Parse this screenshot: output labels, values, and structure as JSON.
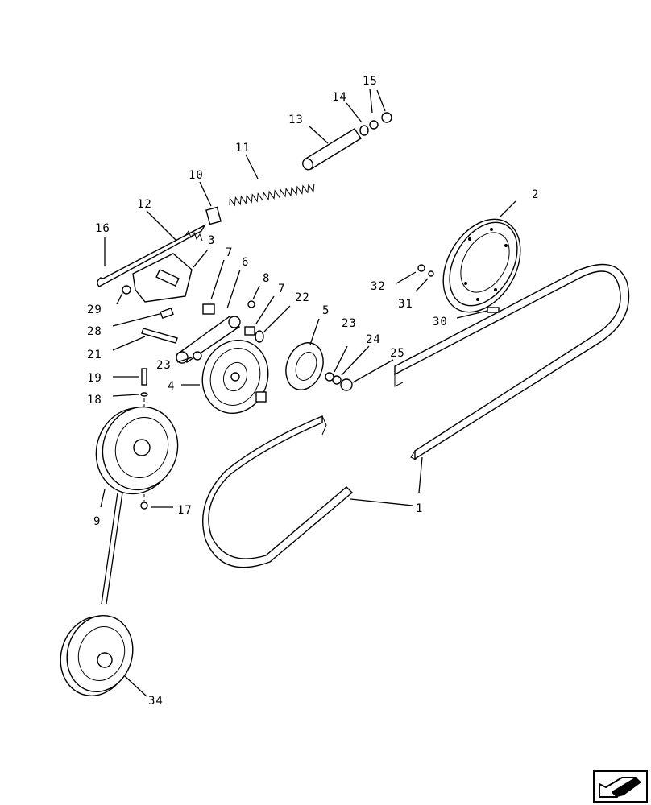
{
  "diagram": {
    "labels": {
      "p1": "1",
      "p2": "2",
      "p3": "3",
      "p4": "4",
      "p5": "5",
      "p6": "6",
      "p7a": "7",
      "p7b": "7",
      "p8": "8",
      "p9": "9",
      "p10": "10",
      "p11": "11",
      "p12": "12",
      "p13": "13",
      "p14": "14",
      "p15": "15",
      "p16": "16",
      "p17": "17",
      "p18": "18",
      "p19": "19",
      "p21": "21",
      "p22": "22",
      "p23a": "23",
      "p23b": "23",
      "p24": "24",
      "p25": "25",
      "p28": "28",
      "p29": "29",
      "p30": "30",
      "p31": "31",
      "p32": "32",
      "p34": "34"
    },
    "nav_icon": "arrow-back-icon"
  }
}
